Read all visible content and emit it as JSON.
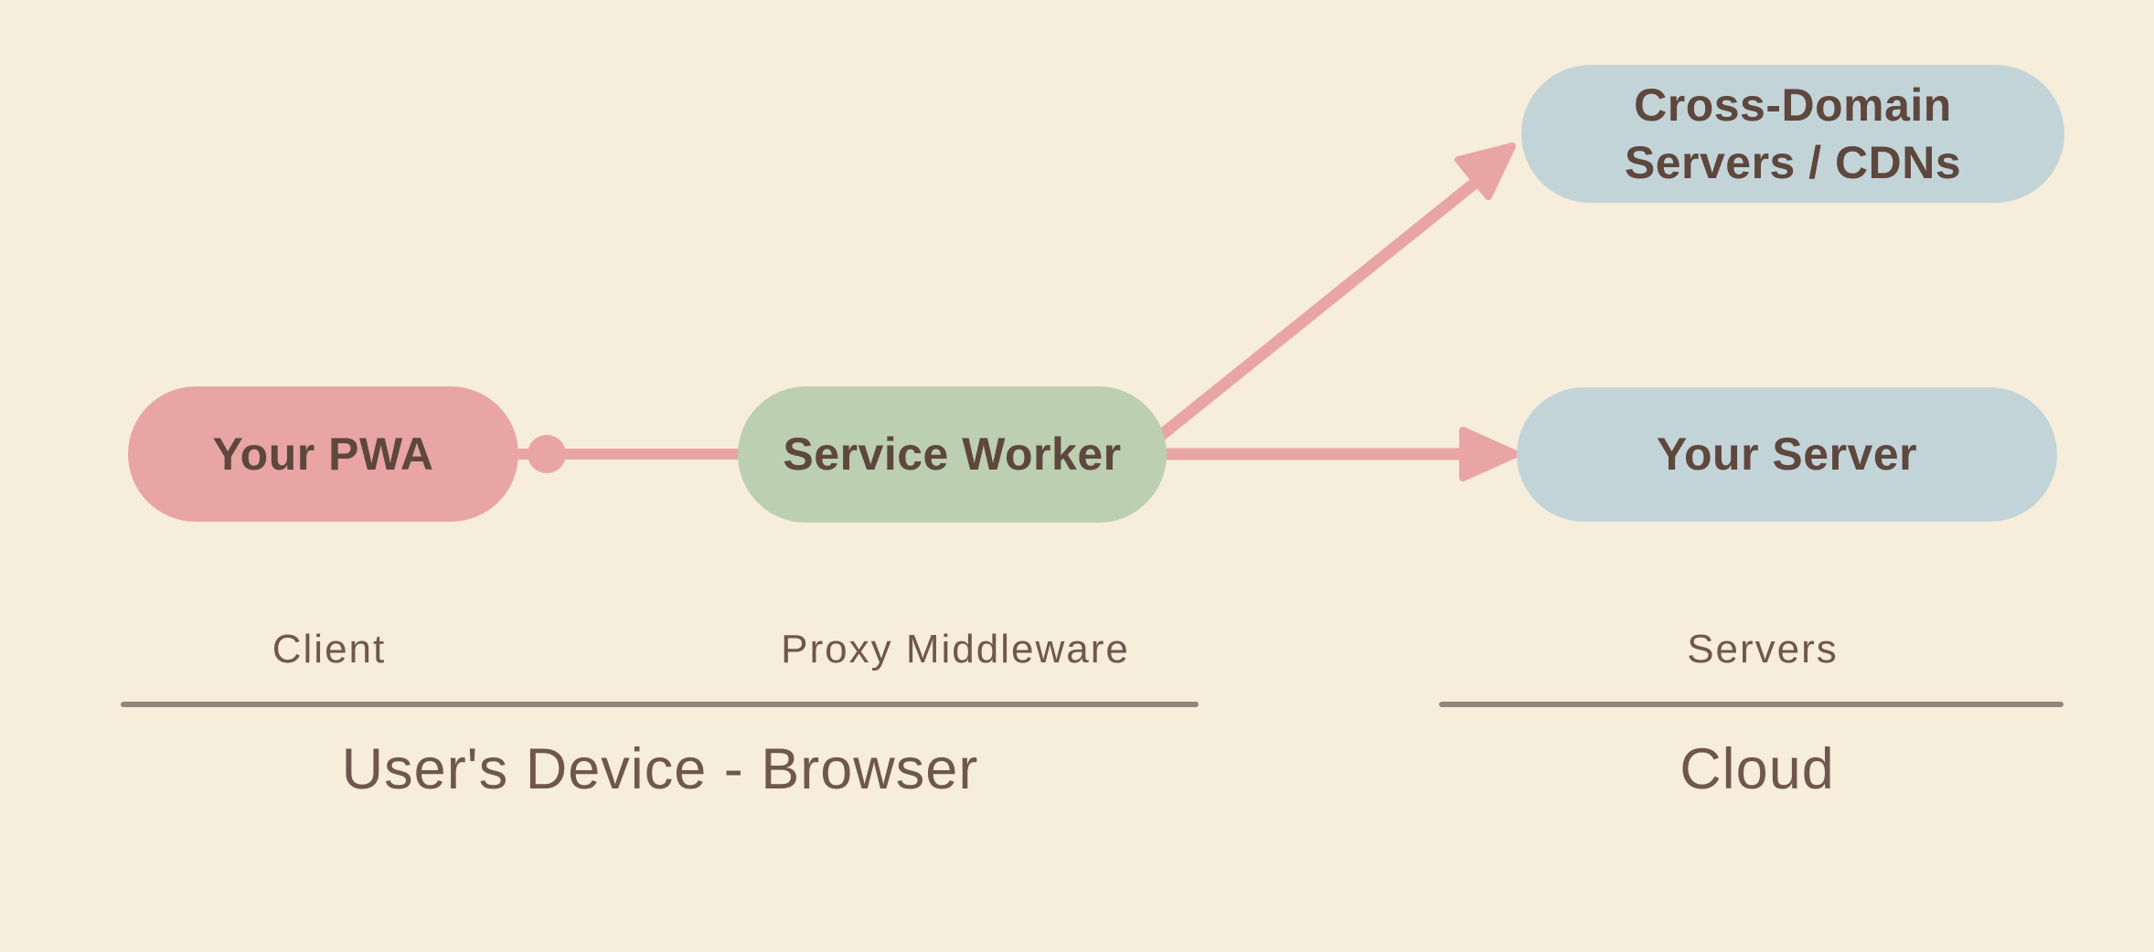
{
  "colors": {
    "background": "#f6edda",
    "pink": "#e8a5a3",
    "green": "#bccfb0",
    "blue": "#c3d4d9",
    "arrow": "#e8a5a3",
    "node_text": "#5e473d",
    "label_text": "#6f574d",
    "divider": "#95857e"
  },
  "nodes": {
    "your_pwa": {
      "label": "Your PWA",
      "fill": "#e8a5a3"
    },
    "service_worker": {
      "label": "Service Worker",
      "fill": "#bccfb0"
    },
    "cross_domain": {
      "label": "Cross-Domain\nServers / CDNs",
      "fill": "#c3d4d9"
    },
    "your_server": {
      "label": "Your Server",
      "fill": "#c3d4d9"
    }
  },
  "role_labels": {
    "client": "Client",
    "proxy": "Proxy Middleware",
    "servers": "Servers"
  },
  "zones": {
    "device": "User's Device - Browser",
    "cloud": "Cloud"
  },
  "connections": [
    {
      "from": "Your PWA",
      "to": "Service Worker",
      "style": "line-with-dot"
    },
    {
      "from": "Service Worker",
      "to": "Cross-Domain Servers / CDNs",
      "style": "arrow"
    },
    {
      "from": "Service Worker",
      "to": "Your Server",
      "style": "arrow"
    }
  ]
}
